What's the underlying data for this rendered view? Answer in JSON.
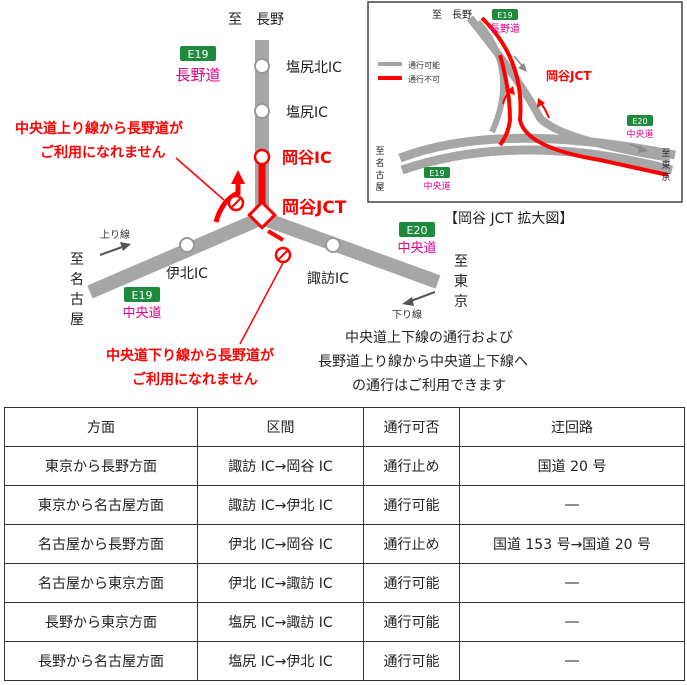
{
  "map": {
    "to_nagano": "至　長野",
    "to_nagoya": "至名古屋",
    "to_tokyo": "至東京",
    "up_line": "上り線",
    "down_line": "下り線",
    "e19_badge": "E19",
    "e20_badge": "E20",
    "nagano_road": "長野道",
    "chuo_road": "中央道",
    "shiojiri_kita_ic": "塩尻北IC",
    "shiojiri_ic": "塩尻IC",
    "okaya_ic": "岡谷IC",
    "okaya_jct": "岡谷JCT",
    "ihoku_ic": "伊北IC",
    "suwa_ic": "諏訪IC",
    "notice_up": [
      "中央道上り線から長野道が",
      "ご利用になれません"
    ],
    "notice_down": [
      "中央道下り線から長野道が",
      "ご利用になれません"
    ],
    "notice_ok": [
      "中央道上下線の通行および",
      "長野道上り線から中央道上下線へ",
      "の通行はご利用できます"
    ],
    "colors": {
      "road": "#a6a6a6",
      "closed": "#ff0000",
      "badge": "#1e8a3c",
      "route_name": "#e0008a"
    }
  },
  "inset": {
    "to_nagano": "至　長野",
    "to_nagoya": "至名古屋",
    "to_tokyo": "至東京",
    "legend_open": "通行可能",
    "legend_closed": "通行不可",
    "e19_badge": "E19",
    "e20_badge": "E20",
    "nagano_road": "長野道",
    "chuo_road": "中央道",
    "jct": "岡谷JCT",
    "caption": "【岡谷 JCT 拡大図】"
  },
  "table": {
    "headers": [
      "方面",
      "区間",
      "通行可否",
      "迂回路"
    ],
    "rows": [
      [
        "東京から長野方面",
        "諏訪 IC→岡谷 IC",
        "通行止め",
        "国道 20 号"
      ],
      [
        "東京から名古屋方面",
        "諏訪 IC→伊北 IC",
        "通行可能",
        "―"
      ],
      [
        "名古屋から長野方面",
        "伊北 IC→岡谷 IC",
        "通行止め",
        "国道 153 号→国道 20 号"
      ],
      [
        "名古屋から東京方面",
        "伊北 IC→諏訪 IC",
        "通行可能",
        "―"
      ],
      [
        "長野から東京方面",
        "塩尻 IC→諏訪 IC",
        "通行可能",
        "―"
      ],
      [
        "長野から名古屋方面",
        "塩尻 IC→伊北 IC",
        "通行可能",
        "―"
      ]
    ]
  }
}
